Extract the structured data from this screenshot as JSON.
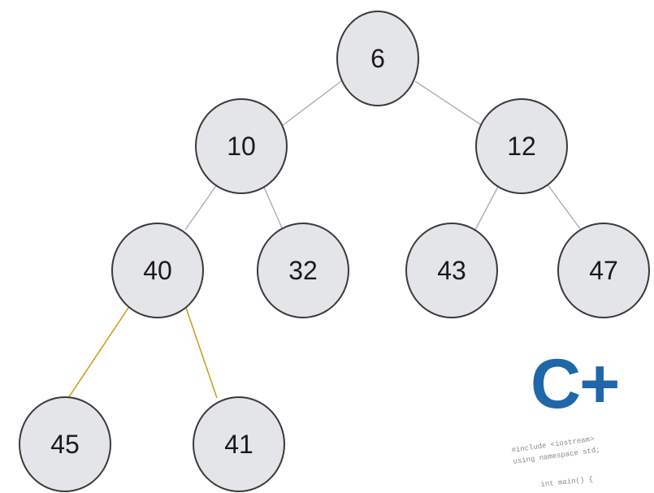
{
  "tree": {
    "nodes": [
      {
        "id": "n6",
        "label": "6"
      },
      {
        "id": "n10",
        "label": "10"
      },
      {
        "id": "n12",
        "label": "12"
      },
      {
        "id": "n40",
        "label": "40"
      },
      {
        "id": "n32",
        "label": "32"
      },
      {
        "id": "n43",
        "label": "43"
      },
      {
        "id": "n47",
        "label": "47"
      },
      {
        "id": "n45",
        "label": "45"
      },
      {
        "id": "n41",
        "label": "41"
      }
    ],
    "edges": [
      {
        "from": "n6",
        "to": "n10",
        "highlighted": false
      },
      {
        "from": "n6",
        "to": "n12",
        "highlighted": false
      },
      {
        "from": "n10",
        "to": "n40",
        "highlighted": false
      },
      {
        "from": "n10",
        "to": "n32",
        "highlighted": false
      },
      {
        "from": "n12",
        "to": "n43",
        "highlighted": false
      },
      {
        "from": "n12",
        "to": "n47",
        "highlighted": false
      },
      {
        "from": "n40",
        "to": "n45",
        "highlighted": true
      },
      {
        "from": "n40",
        "to": "n41",
        "highlighted": true
      }
    ],
    "colors": {
      "node_fill": "#e4e5e9",
      "node_stroke": "#3a3a3a",
      "edge": "#a9b0ae",
      "edge_highlight": "#c9a227"
    }
  },
  "logo": {
    "text": "C+",
    "color": "#1f67a8",
    "code_line_1": "#include <iostream>",
    "code_line_2": "using namespace std;",
    "code_line_3": "int main() {"
  }
}
